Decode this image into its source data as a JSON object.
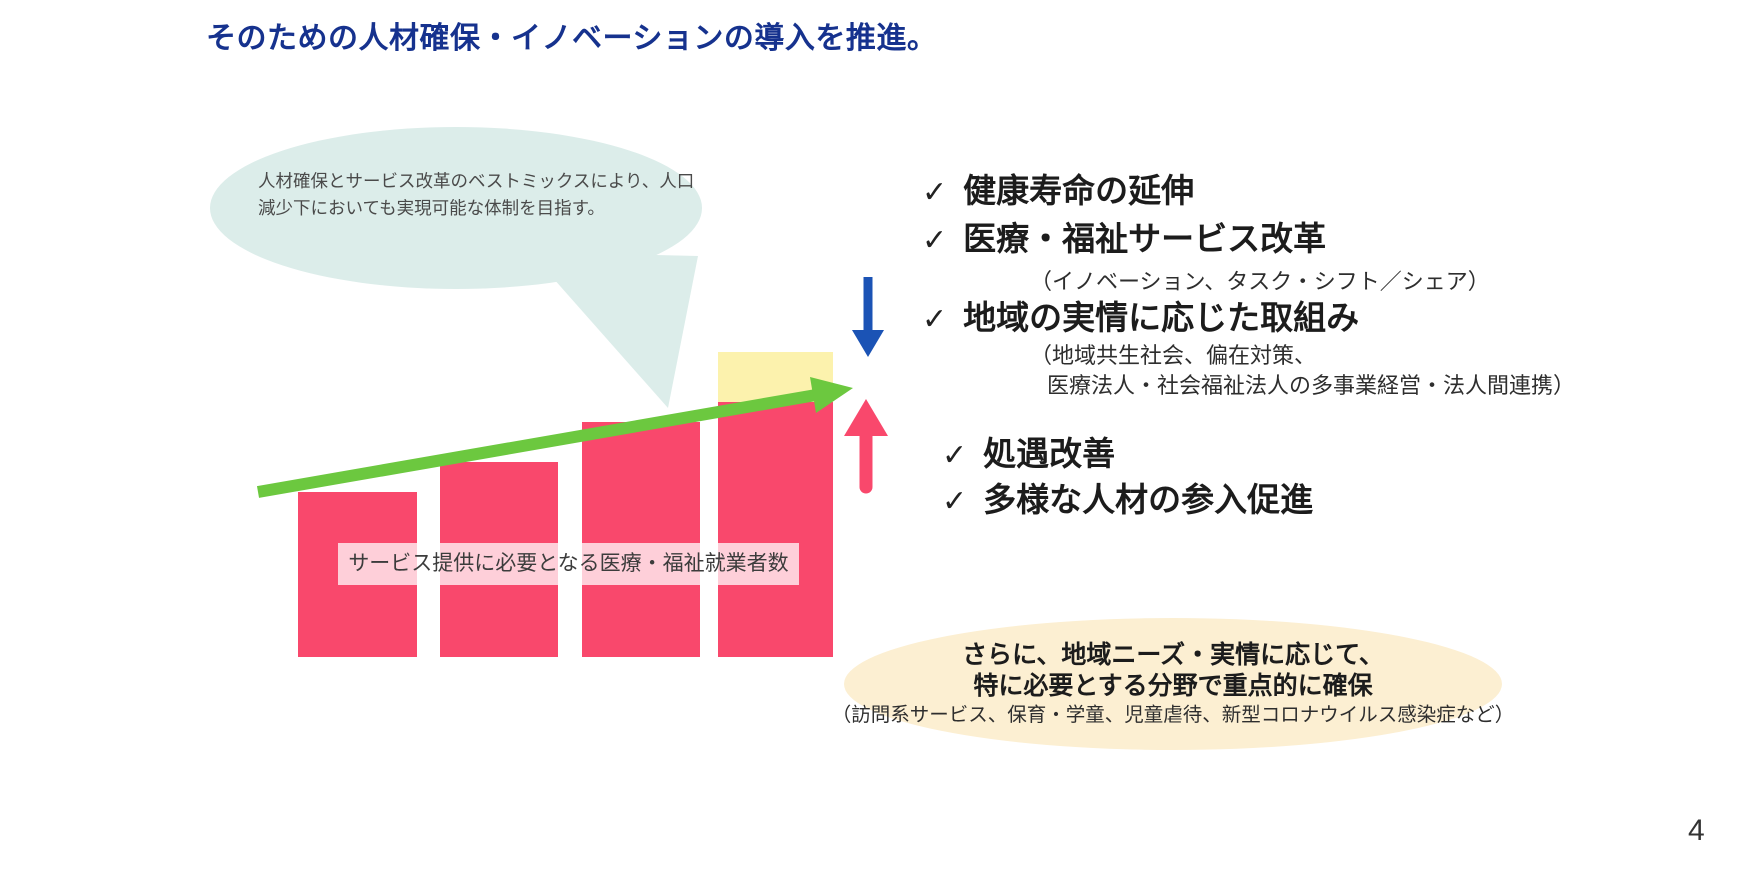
{
  "slide": {
    "title": "そのための人材確保・イノベーションの導入を推進。",
    "page_number": "4"
  },
  "glyphs": {
    "check": "✓"
  },
  "speech_bubble": {
    "line1": "人材確保とサービス改革のベストミックスにより、人口",
    "line2": "減少下においても実現可能な体制を目指す。"
  },
  "bar_chart": {
    "label": "サービス提供に必要となる医療・福祉就業者数"
  },
  "checklist_top": {
    "items": [
      {
        "label": "健康寿命の延伸"
      },
      {
        "label": "医療・福祉サービス改革"
      },
      {
        "label": "地域の実情に応じた取組み"
      }
    ],
    "note_innovation": "（イノベーション、タスク・シフト／シェア）",
    "note_region_1": "（地域共生社会、偏在対策、",
    "note_region_2": "医療法人・社会福祉法人の多事業経営・法人間連携）"
  },
  "checklist_bottom": {
    "items": [
      {
        "label": "処遇改善"
      },
      {
        "label": "多様な人材の参入促進"
      }
    ]
  },
  "focus_ellipse": {
    "line1": "さらに、地域ニーズ・実情に応じて、",
    "line2": "特に必要とする分野で重点的に確保",
    "line3": "（訪問系サービス、保育・学童、児童虐待、新型コロナウイルス感染症など）"
  },
  "colors": {
    "title_navy": "#16328e",
    "bar_pink": "#f9486c",
    "bar_yellow_top": "#fcf2ad",
    "trend_green": "#6cc83f",
    "down_arrow_blue": "#1b53b5",
    "up_arrow_pink": "#f9486c",
    "bubble_teal": "#dcedea",
    "ellipse_cream": "#fcefd2"
  }
}
